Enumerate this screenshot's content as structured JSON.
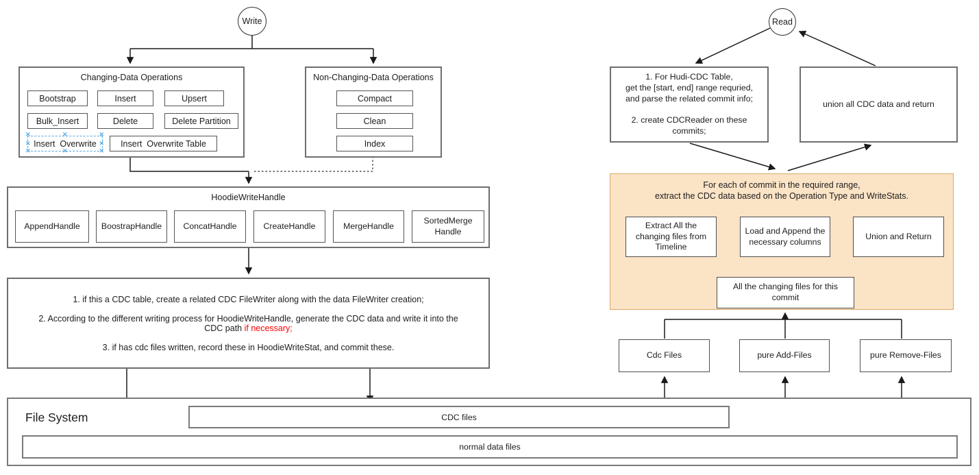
{
  "icons": {
    "selection_handle": "✕"
  },
  "colors": {
    "orange_fill": "#FBE3C6",
    "orange_border": "#D8A967",
    "selection_blue": "#55A8E2",
    "red_text": "#FF0000",
    "box_border": "#6E6E6E"
  },
  "write": {
    "entry": "Write",
    "changing": {
      "title": "Changing-Data Operations",
      "ops": [
        "Bootstrap",
        "Insert",
        "Upsert",
        "Bulk_Insert",
        "Delete",
        "Delete Partition",
        "Insert  Overwrite",
        "Insert  Overwrite Table"
      ]
    },
    "non_changing": {
      "title": "Non-Changing-Data Operations",
      "ops": [
        "Compact",
        "Clean",
        "Index"
      ]
    },
    "handle": {
      "title": "HoodieWriteHandle",
      "handles": [
        "AppendHandle",
        "BoostrapHandle",
        "ConcatHandle",
        "CreateHandle",
        "MergeHandle",
        "SortedMerge\nHandle"
      ]
    },
    "notes": {
      "n1": "1. if this a CDC table, create a related CDC FileWriter along with the data FileWriter creation;",
      "n2_prefix": "2. According to the different writing process for HoodieWriteHandle, generate the CDC data and write it into the CDC path ",
      "n2_red": "if necessary;",
      "n3": "3. if has cdc files written, record these in HoodieWriteStat, and commit these."
    }
  },
  "read": {
    "entry": "Read",
    "prepare": "1. For Hudi-CDC Table,\nget the [start, end] range requried,\nand parse the related commit info;\n\n2. create CDCReader on these\ncommits;",
    "union_return": "union all CDC data and return",
    "per_commit": {
      "title": "For each of commit in the required range,\nextract the CDC data based on the Operation Type and WriteStats.",
      "extract": "Extract All the\nchanging files from\nTimeline",
      "load": "Load and Append the\nnecessary columns",
      "union": "Union and Return",
      "all_changing": "All the changing files for this\ncommit"
    },
    "file_groups": [
      "Cdc Files",
      "pure Add-Files",
      "pure Remove-Files"
    ]
  },
  "file_system": {
    "title": "File System",
    "cdc_files": "CDC files",
    "normal_files": "normal data files"
  }
}
